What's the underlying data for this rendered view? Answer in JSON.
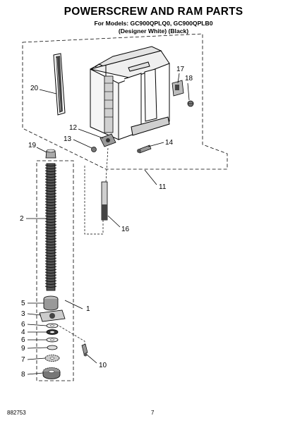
{
  "header": {
    "title": "POWERSCREW AND RAM PARTS",
    "models_line": "For Models: GC900QPLQ0, GC900QPLB0",
    "variants_line": "(Designer White)   (Black)"
  },
  "callouts": [
    "20",
    "17",
    "18",
    "12",
    "13",
    "14",
    "19",
    "11",
    "2",
    "16",
    "1",
    "5",
    "3",
    "6",
    "4",
    "6",
    "9",
    "7",
    "10",
    "8"
  ],
  "footer": {
    "doc_number": "882753",
    "page_number": "7"
  }
}
